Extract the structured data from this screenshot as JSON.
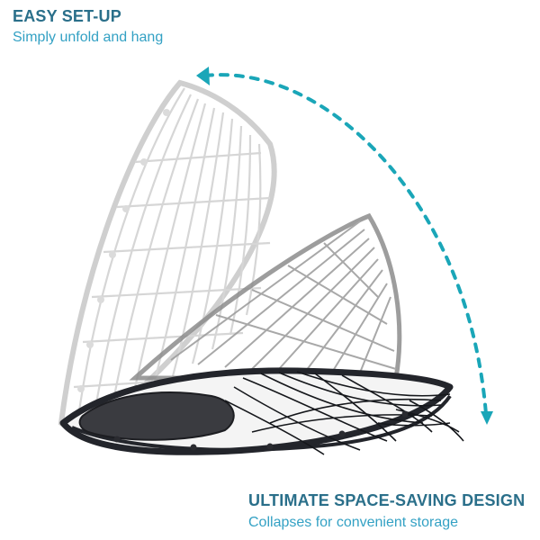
{
  "colors": {
    "accent": "#1aa6b8",
    "text_dark": "#2a6f8a",
    "text_light": "#33a1c4",
    "frame_ghost": "#bdbdbd",
    "frame_mid": "#8d8d8d",
    "frame_dark": "#23252b"
  },
  "top": {
    "title": "EASY SET-UP",
    "subtitle": "Simply unfold and hang"
  },
  "bottom": {
    "title": "ULTIMATE SPACE-SAVING DESIGN",
    "subtitle": "Collapses for convenient storage"
  },
  "icons": {
    "arrow": "dashed-arc-arrow-icon",
    "chair": "folding-egg-chair-image"
  }
}
